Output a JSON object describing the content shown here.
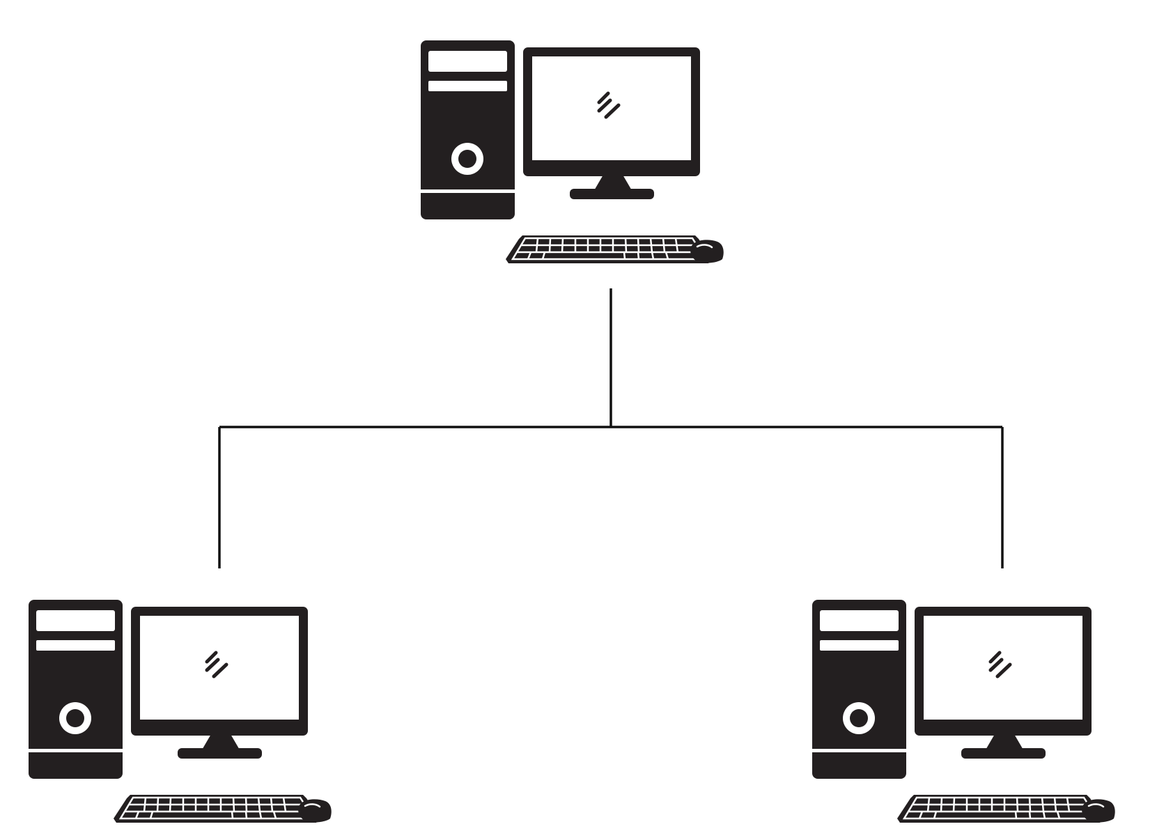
{
  "diagram": {
    "type": "network-topology",
    "root": {
      "id": "computer-top",
      "icon": "desktop-computer-icon",
      "children": [
        "computer-left",
        "computer-right"
      ]
    },
    "nodes": [
      {
        "id": "computer-top",
        "icon": "desktop-computer-icon"
      },
      {
        "id": "computer-left",
        "icon": "desktop-computer-icon"
      },
      {
        "id": "computer-right",
        "icon": "desktop-computer-icon"
      }
    ],
    "edges": [
      {
        "from": "computer-top",
        "to": "computer-left"
      },
      {
        "from": "computer-top",
        "to": "computer-right"
      }
    ]
  },
  "colors": {
    "background": "#ffffff",
    "icon": "#231f20",
    "line": "#111111"
  }
}
